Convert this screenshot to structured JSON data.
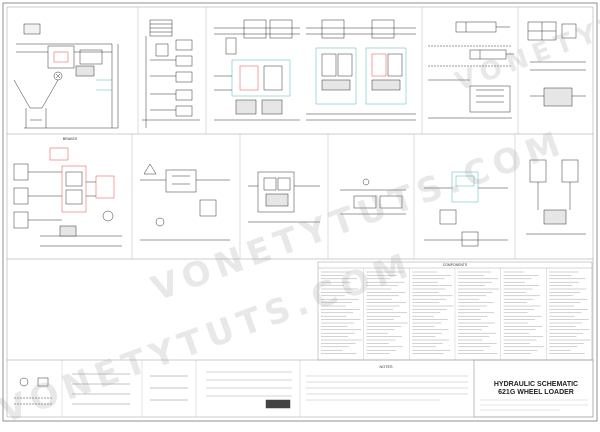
{
  "sheet": {
    "panels": [
      {
        "id": "p1",
        "title": ""
      },
      {
        "id": "p2",
        "title": ""
      },
      {
        "id": "p3",
        "title": ""
      },
      {
        "id": "p4",
        "title": ""
      },
      {
        "id": "p5",
        "title": ""
      },
      {
        "id": "p6",
        "title": ""
      },
      {
        "id": "p7",
        "title": "BRAKES"
      },
      {
        "id": "p8",
        "title": ""
      },
      {
        "id": "p9",
        "title": ""
      },
      {
        "id": "p10",
        "title": ""
      },
      {
        "id": "p11",
        "title": ""
      },
      {
        "id": "p12",
        "title": ""
      }
    ]
  },
  "components_table": {
    "header": "COMPONENTS"
  },
  "notes": {
    "header": "NOTES"
  },
  "title_block": {
    "line1": "HYDRAULIC SCHEMATIC",
    "line2": "621G WHEEL LOADER"
  },
  "watermarks": [
    "VONETYTUTS.COM",
    "VONETYTUTS.COM",
    "VONETYTUTS.COM"
  ]
}
